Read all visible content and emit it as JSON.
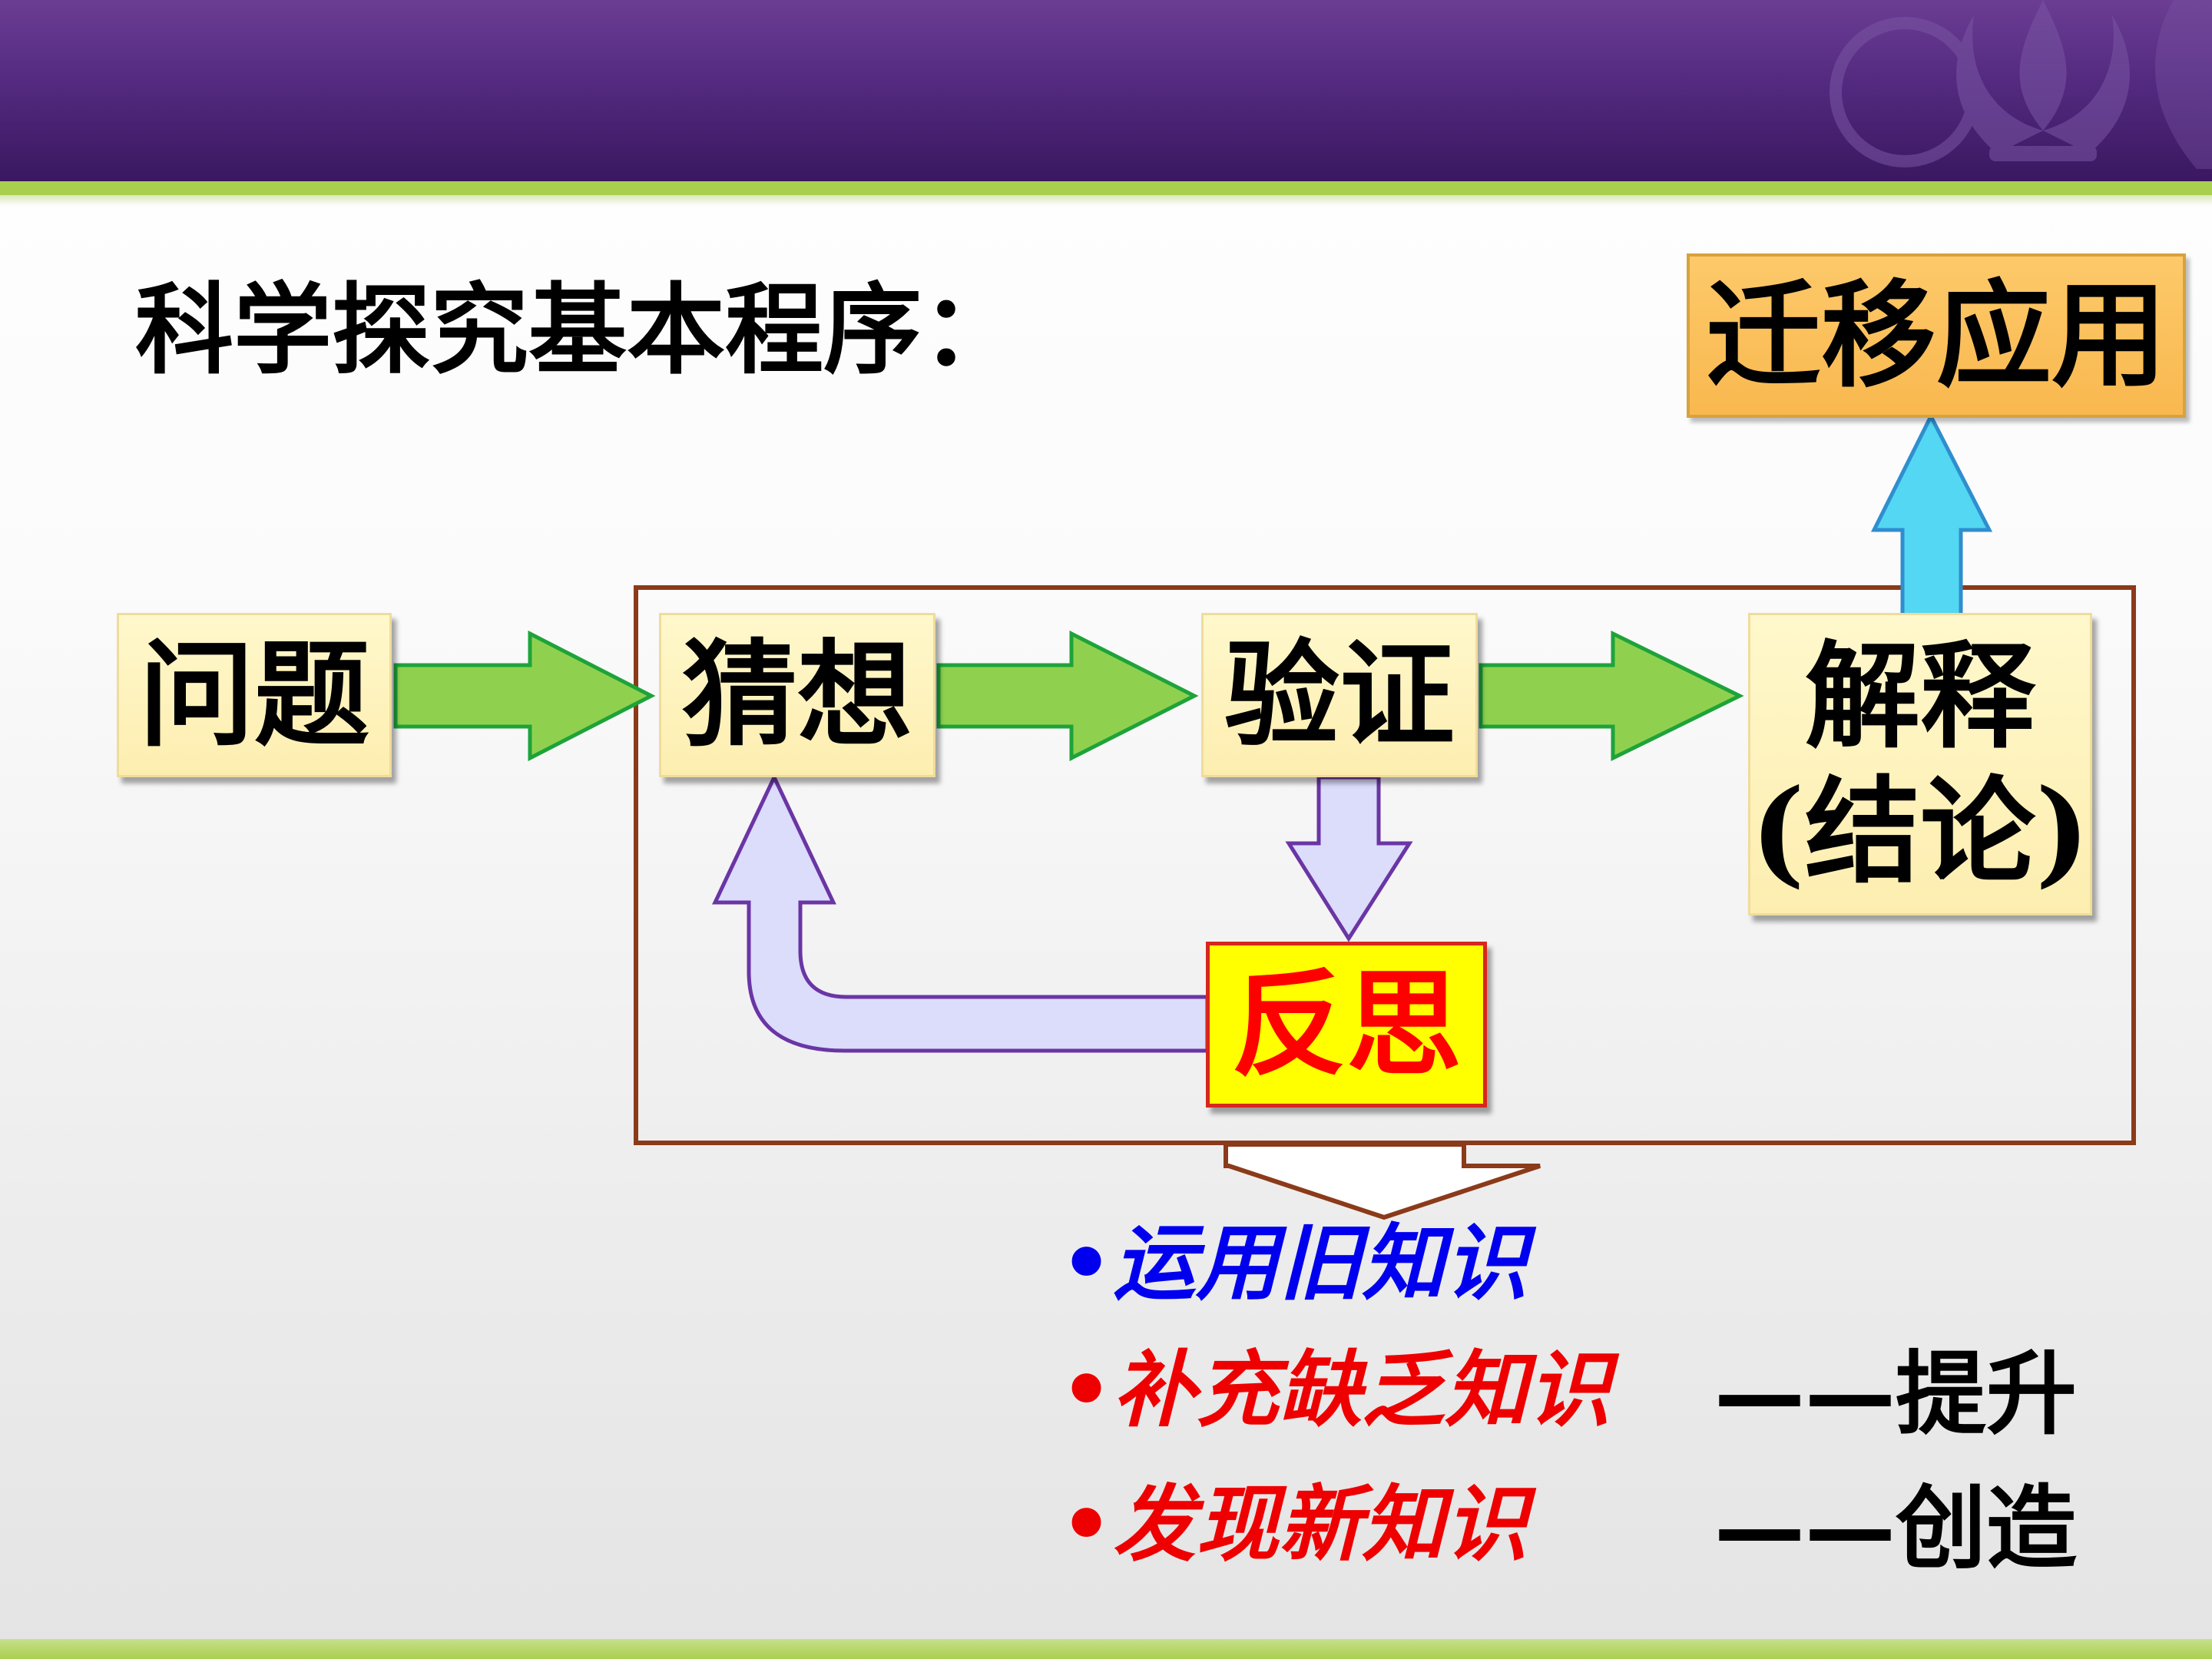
{
  "title": "科学探究基本程序：",
  "steps": {
    "question": "问题",
    "hypothesis": "猜想",
    "verify": "验证",
    "explain_line1": "解释",
    "explain_line2": "(结论)",
    "reflect": "反思",
    "apply": "迁移应用"
  },
  "knowledge_list": [
    {
      "text": "•运用旧知识",
      "suffix": "",
      "color": "#0000ee"
    },
    {
      "text": "•补充缺乏知识",
      "suffix": "——提升",
      "color": "#ee0000"
    },
    {
      "text": "•发现新知识",
      "suffix": "——创造",
      "color": "#ee0000"
    }
  ],
  "colors": {
    "header_purple": "#532a80",
    "accent_green": "#a9cf4e",
    "flow_arrow": "#8fd14f",
    "feedback_arrow": "#dcdcfb",
    "up_arrow": "#53d7f2",
    "frame": "#8b3a1a",
    "reflect_fill": "#ffff00",
    "reflect_text": "#ff0000",
    "apply_fill": "#f9b84f"
  }
}
